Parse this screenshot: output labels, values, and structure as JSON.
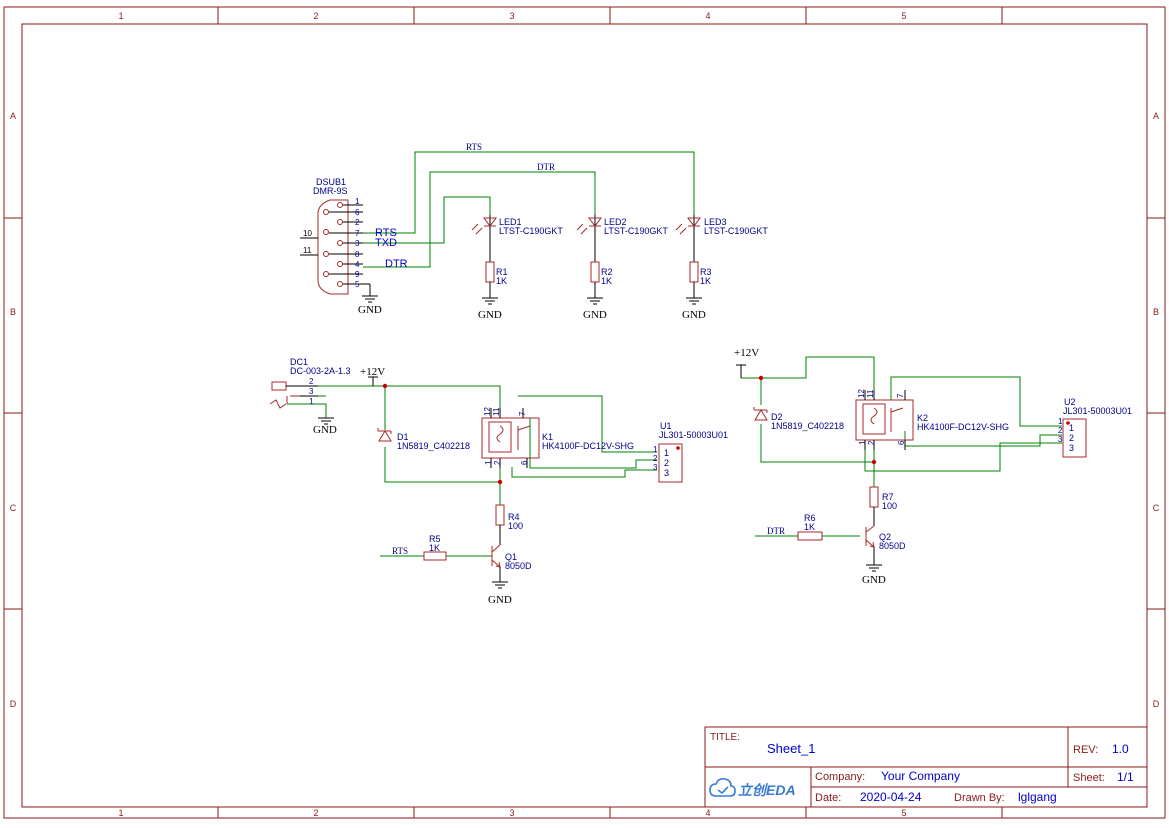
{
  "colors": {
    "frame": "#8b1a1a",
    "component": "#a52a2a",
    "wire": "#008000",
    "label": "#00008b",
    "pin": "#00008b",
    "netlabel": "#0000cc",
    "gnd_text": "#000000",
    "pin1_dot": "#cc0000"
  },
  "frame": {
    "columns": [
      "1",
      "2",
      "3",
      "4",
      "5"
    ],
    "rows": [
      "A",
      "B",
      "C",
      "D"
    ]
  },
  "nets": {
    "rts": "RTS",
    "txd": "TXD",
    "dtr": "DTR"
  },
  "dsub1": {
    "designator": "DSUB1",
    "value": "DMR-9S",
    "pins": [
      "1",
      "6",
      "2",
      "7",
      "3",
      "8",
      "4",
      "9",
      "5"
    ],
    "left_pins": [
      "10",
      "11"
    ],
    "labels": {
      "rts": "RTS",
      "txd": "TXD",
      "dtr": "DTR"
    }
  },
  "leds": [
    {
      "ref": "LED1",
      "value": "LTST-C190GKT",
      "res_ref": "R1",
      "res_value": "1K"
    },
    {
      "ref": "LED2",
      "value": "LTST-C190GKT",
      "res_ref": "R2",
      "res_value": "1K"
    },
    {
      "ref": "LED3",
      "value": "LTST-C190GKT",
      "res_ref": "R3",
      "res_value": "1K"
    }
  ],
  "power": {
    "gnd": "GND",
    "vcc": "+12V"
  },
  "dc1": {
    "ref": "DC1",
    "value": "DC-003-2A-1.3",
    "pins": [
      "2",
      "3",
      "1"
    ]
  },
  "diodes": [
    {
      "ref": "D1",
      "value": "1N5819_C402218"
    },
    {
      "ref": "D2",
      "value": "1N5819_C402218"
    }
  ],
  "relays": [
    {
      "ref": "K1",
      "value": "HK4100F-DC12V-SHG",
      "pins": [
        "12",
        "11",
        "7",
        "1",
        "2",
        "6"
      ]
    },
    {
      "ref": "K2",
      "value": "HK4100F-DC12V-SHG",
      "pins": [
        "12",
        "11",
        "7",
        "1",
        "2",
        "6"
      ]
    }
  ],
  "connectors": [
    {
      "ref": "U1",
      "value": "JL301-50003U01",
      "pins": [
        "1",
        "2",
        "3"
      ]
    },
    {
      "ref": "U2",
      "value": "JL301-50003U01",
      "pins": [
        "1",
        "2",
        "3"
      ]
    }
  ],
  "resistors": [
    {
      "ref": "R4",
      "value": "100"
    },
    {
      "ref": "R5",
      "value": "1K"
    },
    {
      "ref": "R6",
      "value": "1K"
    },
    {
      "ref": "R7",
      "value": "100"
    }
  ],
  "transistors": [
    {
      "ref": "Q1",
      "value": "8050D"
    },
    {
      "ref": "Q2",
      "value": "8050D"
    }
  ],
  "title_block": {
    "title_label": "TITLE:",
    "title": "Sheet_1",
    "rev_label": "REV:",
    "rev": "1.0",
    "company_label": "Company:",
    "company": "Your Company",
    "sheet_label": "Sheet:",
    "sheet": "1/1",
    "date_label": "Date:",
    "date": "2020-04-24",
    "drawn_label": "Drawn By:",
    "drawn": "lglgang",
    "logo_text": "立创EDA"
  }
}
